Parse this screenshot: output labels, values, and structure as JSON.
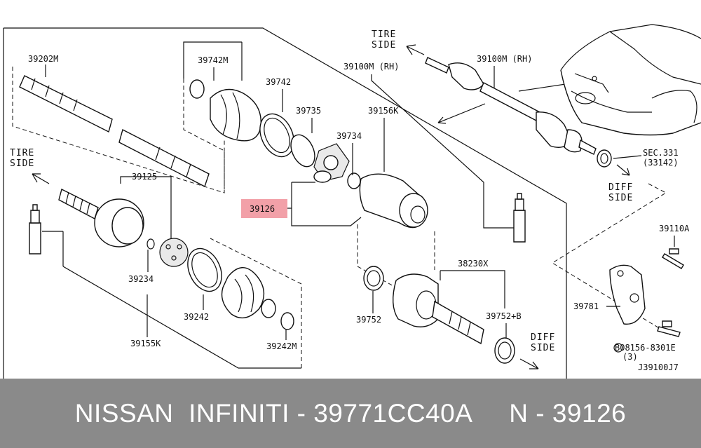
{
  "labels": {
    "p39202M": "39202M",
    "p39742M": "39742M",
    "p39742": "39742",
    "p39735": "39735",
    "p39100M_RH_a": "39100M (RH)",
    "p39156K": "39156K",
    "p39734": "39734",
    "p39100M_RH_b": "39100M (RH)",
    "p39125": "39125",
    "p39126": "39126",
    "p39234": "39234",
    "p39242": "39242",
    "p39155K": "39155K",
    "p39242M": "39242M",
    "p39752": "39752",
    "p38230X": "38230X",
    "p39752B": "39752+B",
    "p39110A": "39110A",
    "p39781": "39781",
    "sec331": "SEC.331",
    "sec33142": "(33142)",
    "bolt_ref": "B08156-8301E",
    "bolt_qty": "(3)",
    "drawing_no": "J39100J7"
  },
  "sides": {
    "tire_top_1": "TIRE",
    "tire_top_2": "SIDE",
    "tire_left_1": "TIRE",
    "tire_left_2": "SIDE",
    "diff_right_1": "DIFF",
    "diff_right_2": "SIDE",
    "diff_bottom_1": "DIFF",
    "diff_bottom_2": "SIDE"
  },
  "highlight": {
    "part": "39126",
    "color": "#f2a0a8"
  },
  "footer": {
    "text": "NISSAN  INFINITI - 39771CC40A     N - 39126"
  }
}
